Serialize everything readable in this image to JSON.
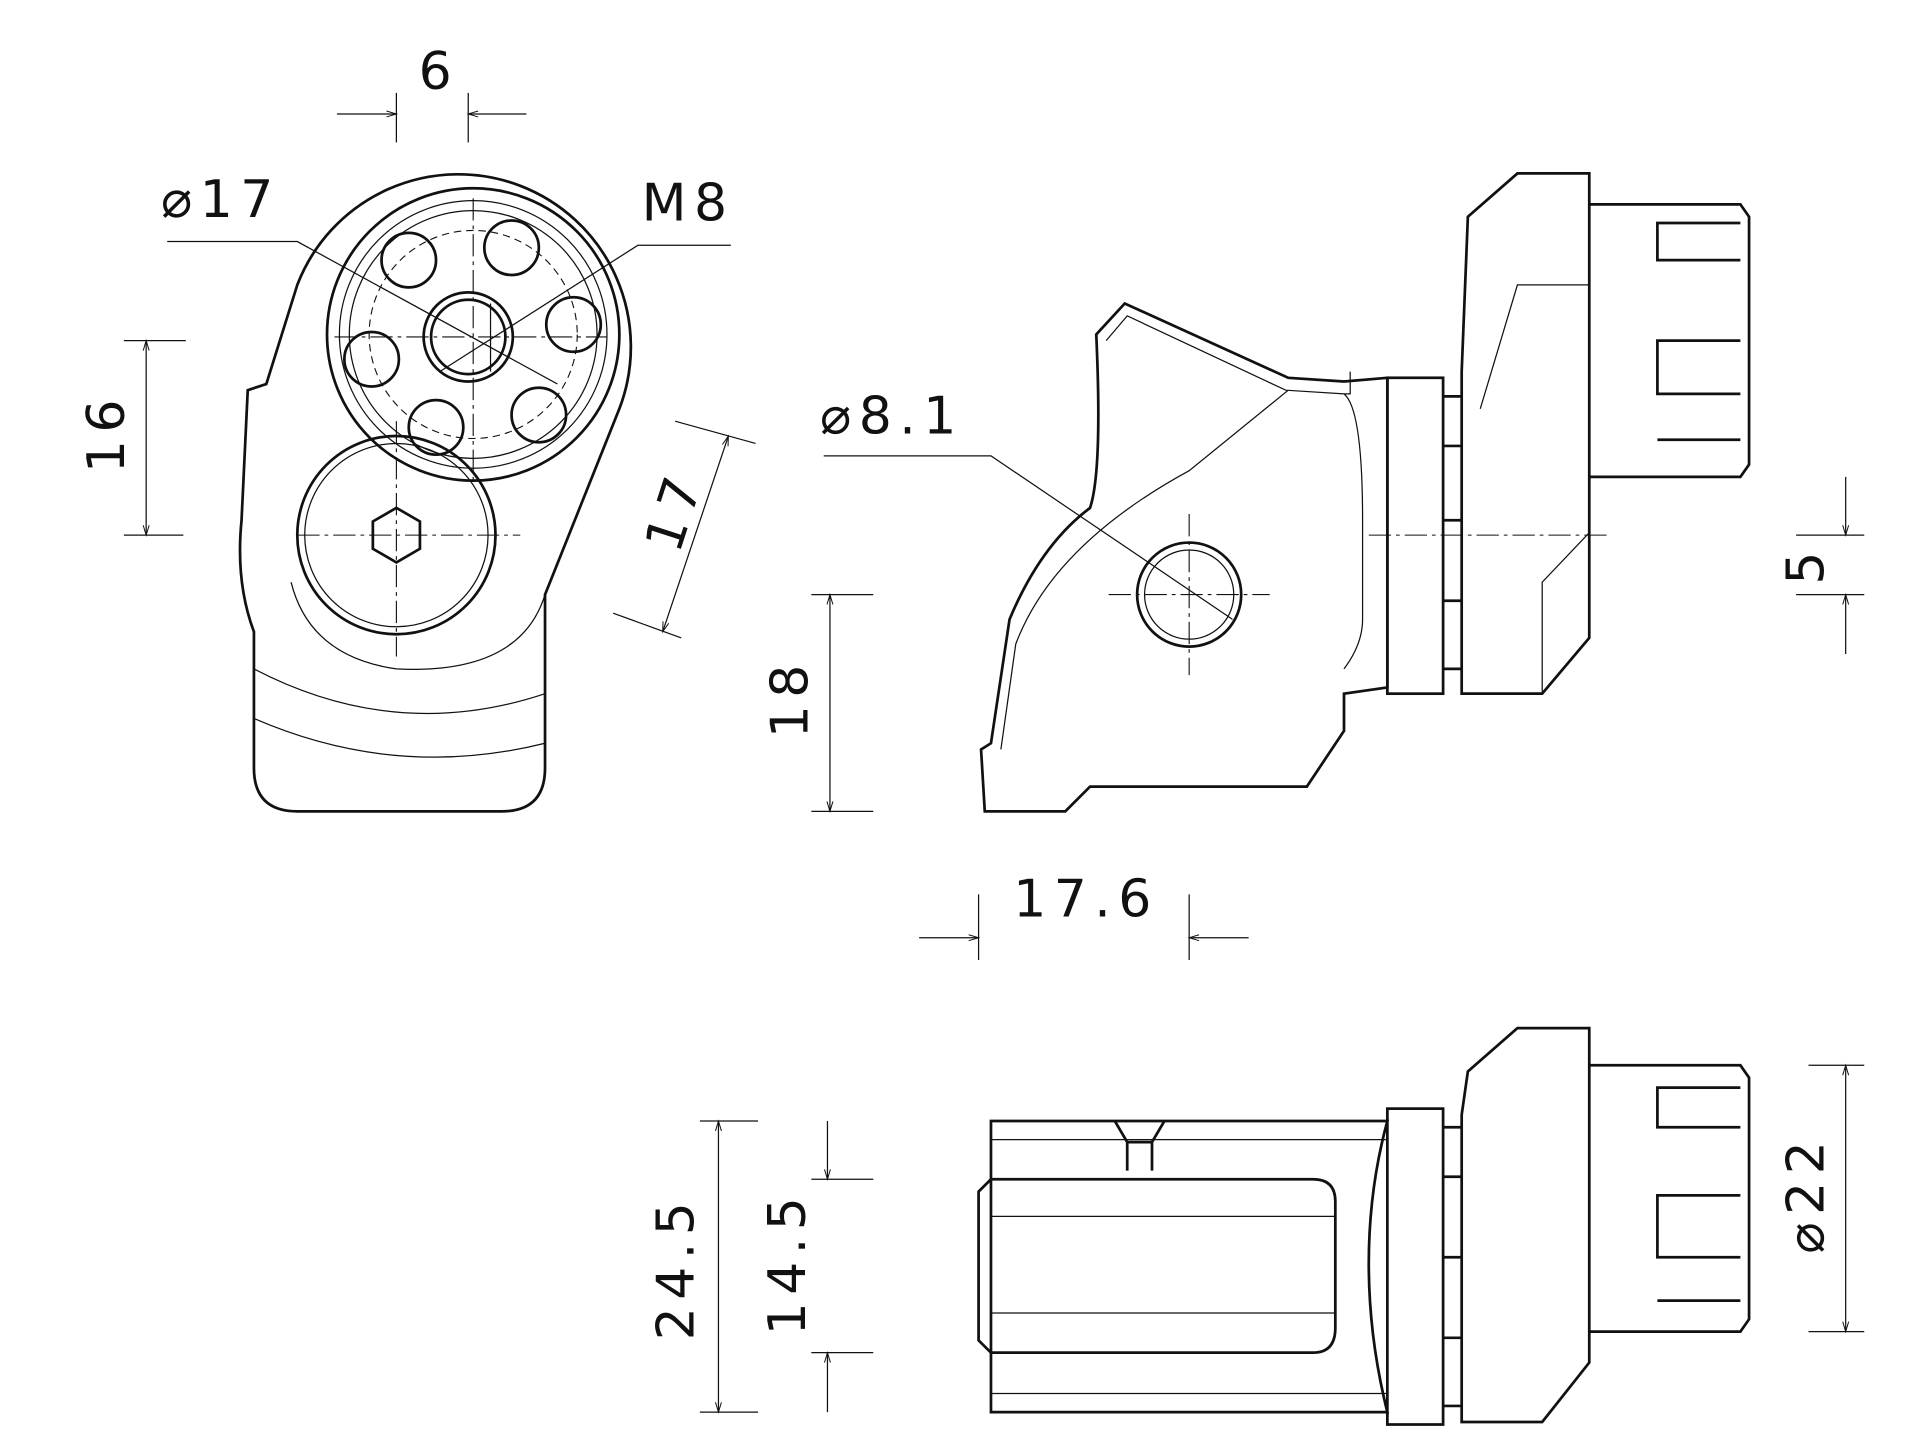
{
  "drawing": {
    "title": "Footpeg adapter dimensional drawing",
    "dimensions": {
      "top_width": "6",
      "outer_diameter": "⌀17",
      "thread": "M8",
      "vertical_offset": "16",
      "diagonal_length": "17",
      "hole_diameter": "⌀8.1",
      "hole_height": "18",
      "side_offset": "5",
      "horizontal_length": "17.6",
      "overall_width": "24.5",
      "inner_width": "14.5",
      "spline_diameter": "⌀22"
    }
  }
}
